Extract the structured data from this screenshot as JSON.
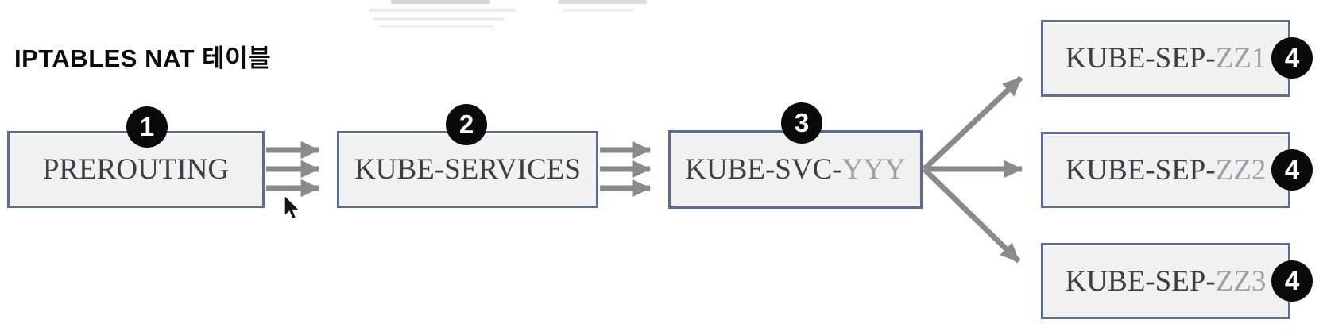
{
  "title": "IPTABLES NAT 테이블",
  "diagram": {
    "nodes": [
      {
        "id": "prerouting",
        "badge": "1",
        "label": "PREROUTING",
        "label_light": ""
      },
      {
        "id": "kube-services",
        "badge": "2",
        "label": "KUBE-SERVICES",
        "label_light": ""
      },
      {
        "id": "kube-svc-yyy",
        "badge": "3",
        "label": "KUBE-SVC-",
        "label_light": "YYY"
      },
      {
        "id": "kube-sep-zz1",
        "badge": "4",
        "label": "KUBE-SEP-",
        "label_light": "ZZ1"
      },
      {
        "id": "kube-sep-zz2",
        "badge": "4",
        "label": "KUBE-SEP-",
        "label_light": "ZZ2"
      },
      {
        "id": "kube-sep-zz3",
        "badge": "4",
        "label": "KUBE-SEP-",
        "label_light": "ZZ3"
      }
    ],
    "edges": [
      {
        "from": "prerouting",
        "to": "kube-services",
        "style": "triple-horizontal-arrow"
      },
      {
        "from": "kube-services",
        "to": "kube-svc-yyy",
        "style": "triple-horizontal-arrow"
      },
      {
        "from": "kube-svc-yyy",
        "to": "kube-sep-zz1",
        "style": "single-arrow"
      },
      {
        "from": "kube-svc-yyy",
        "to": "kube-sep-zz2",
        "style": "single-arrow"
      },
      {
        "from": "kube-svc-yyy",
        "to": "kube-sep-zz3",
        "style": "single-arrow"
      }
    ]
  },
  "colors": {
    "background": "#ffffff",
    "node_fill": "#f1f1f2",
    "node_border": "#5b6d96",
    "node_text": "#3e3e40",
    "node_text_light": "#9ea1a4",
    "arrow": "#8a8a8a",
    "badge_bg": "#0a0a0a",
    "badge_text": "#ffffff",
    "title_text": "#0b0b0b"
  }
}
